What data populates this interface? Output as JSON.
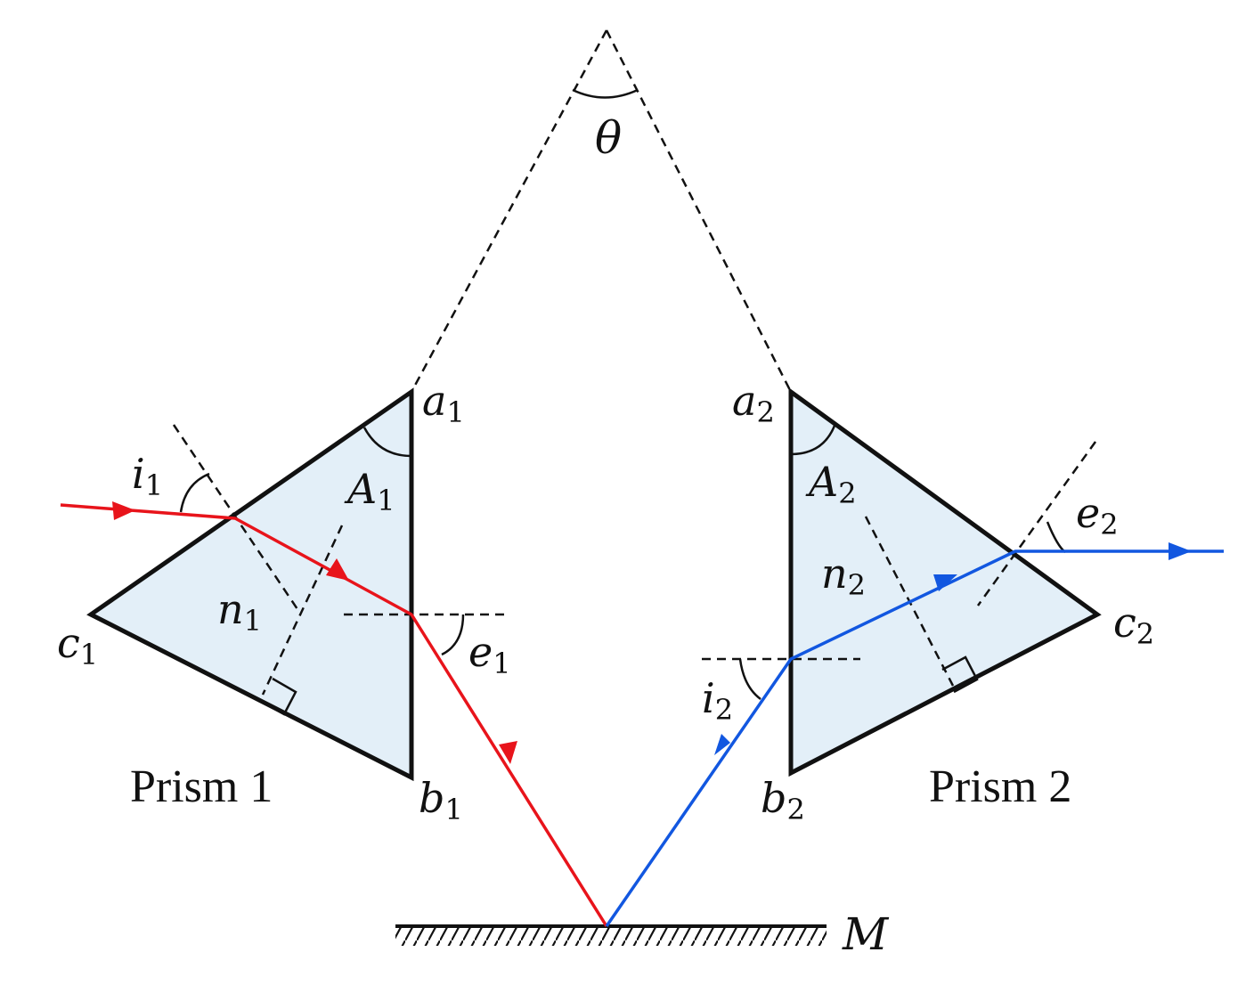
{
  "colors": {
    "ray_in": "#e8141b",
    "ray_out": "#1257e0",
    "prism_fill": "#e3eff8",
    "line": "#111111"
  },
  "labels": {
    "theta": "θ",
    "a1": {
      "main": "a",
      "sub": "1"
    },
    "A1": {
      "main": "A",
      "sub": "1"
    },
    "i1": {
      "main": "i",
      "sub": "1"
    },
    "n1": {
      "main": "n",
      "sub": "1"
    },
    "c1": {
      "main": "c",
      "sub": "1"
    },
    "e1": {
      "main": "e",
      "sub": "1"
    },
    "b1": {
      "main": "b",
      "sub": "1"
    },
    "a2": {
      "main": "a",
      "sub": "2"
    },
    "A2": {
      "main": "A",
      "sub": "2"
    },
    "e2": {
      "main": "e",
      "sub": "2"
    },
    "n2": {
      "main": "n",
      "sub": "2"
    },
    "c2": {
      "main": "c",
      "sub": "2"
    },
    "i2": {
      "main": "i",
      "sub": "2"
    },
    "b2": {
      "main": "b",
      "sub": "2"
    },
    "M": "M",
    "prism1": "Prism 1",
    "prism2": "Prism 2"
  }
}
